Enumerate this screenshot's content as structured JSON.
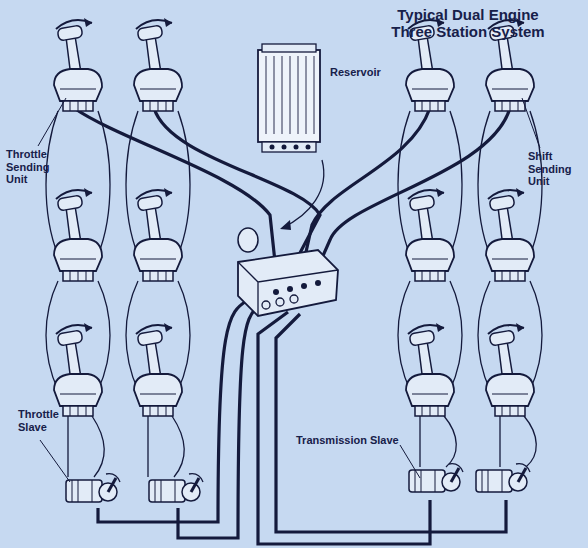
{
  "diagram": {
    "title": "Typical Dual Engine Three Station System",
    "labels": [
      "Reservoir",
      "Throttle Sending Unit",
      "Shift Sending Unit",
      "Throttle Slave",
      "Transmission Slave"
    ]
  }
}
